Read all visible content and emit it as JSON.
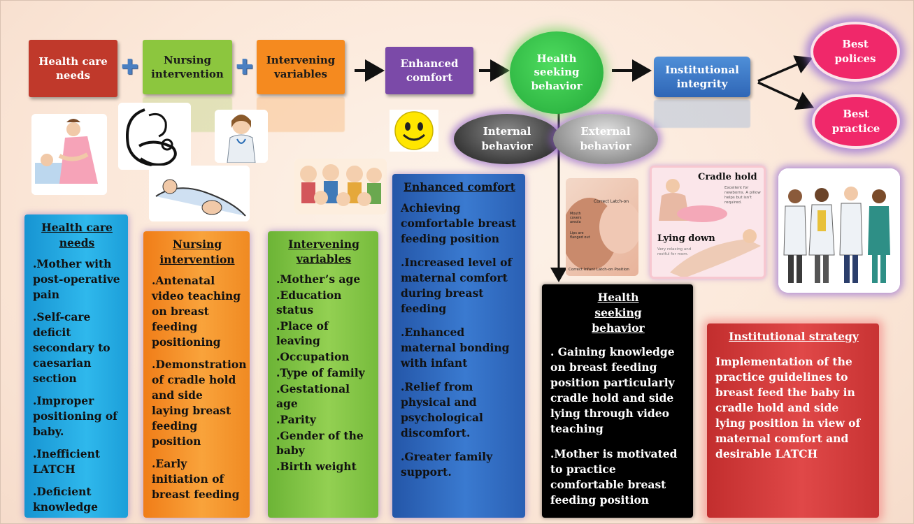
{
  "top_flow": {
    "health_care_needs": "Health care needs",
    "nursing_intervention": "Nursing intervention",
    "intervening_variables": "Intervening variables",
    "enhanced_comfort": "Enhanced comfort",
    "health_seeking_behavior": "Health seeking behavior",
    "institutional_integrity": "Institutional integrity",
    "best_polices": "Best polices",
    "best_practice": "Best practice",
    "internal_behavior": "Internal behavior",
    "external_behavior": "External behavior"
  },
  "illustration_labels": {
    "cradle_hold": "Cradle hold",
    "lying_down": "Lying down",
    "cradle_note": "Excellent for newborns. A pillow helps but isn't required.",
    "lying_note": "Very relaxing and restful for mom.",
    "correct_latch_on": "Correct Latch-on",
    "mouth_covers_areola": "Mouth covers areola",
    "lips_flanged_out": "Lips are flanged out",
    "latch_caption": "Correct Infant Latch-on Position"
  },
  "panels": {
    "health_care_needs": {
      "heading": "Health care needs",
      "items": [
        ".Mother with post-operative pain",
        ".Self-care deficit secondary to caesarian section",
        ".Improper positioning of baby.",
        ".Inefficient LATCH",
        ".Deficient knowledge"
      ]
    },
    "nursing_intervention": {
      "heading": "Nursing intervention",
      "items": [
        ".Antenatal video teaching on breast feeding positioning",
        ".Demonstration of cradle hold and side laying breast feeding position",
        ".Early initiation of breast feeding"
      ]
    },
    "intervening_variables": {
      "heading": "Intervening variables",
      "items": [
        ".Mother’s age",
        ".Education status",
        ".Place of leaving",
        ".Occupation",
        ".Type of family",
        ".Gestational age",
        ".Parity",
        ".Gender of the baby",
        ".Birth weight"
      ]
    },
    "enhanced_comfort": {
      "heading": "Enhanced comfort",
      "items": [
        "Achieving comfortable breast feeding position",
        ".Increased level of maternal comfort during breast feeding",
        ".Enhanced maternal bonding with infant",
        ".Relief from physical and psychological discomfort.",
        ".Greater family support."
      ]
    },
    "health_seeking_behavior": {
      "heading": "Health seeking behavior",
      "items": [
        ". Gaining knowledge on breast feeding position particularly cradle hold and side lying through video teaching",
        ".Mother is motivated to practice comfortable breast feeding position"
      ]
    },
    "institutional_strategy": {
      "heading": "Institutional strategy",
      "items": [
        "Implementation of the practice guidelines to breast feed the baby in cradle hold and side lying position in view of maternal comfort and desirable LATCH"
      ]
    }
  },
  "colors": {
    "red": "#c0392b",
    "green": "#8cc63e",
    "orange": "#f58a1f",
    "purple": "#7b4aa8",
    "circle_green": "#35c24a",
    "blue": "#3a78c9",
    "pink": "#f0286a",
    "cyan": "#22a9e0",
    "panel_green": "#7cc242",
    "panel_blue": "#2e65b8",
    "black": "#000000",
    "panel_red": "#d23a3a"
  }
}
